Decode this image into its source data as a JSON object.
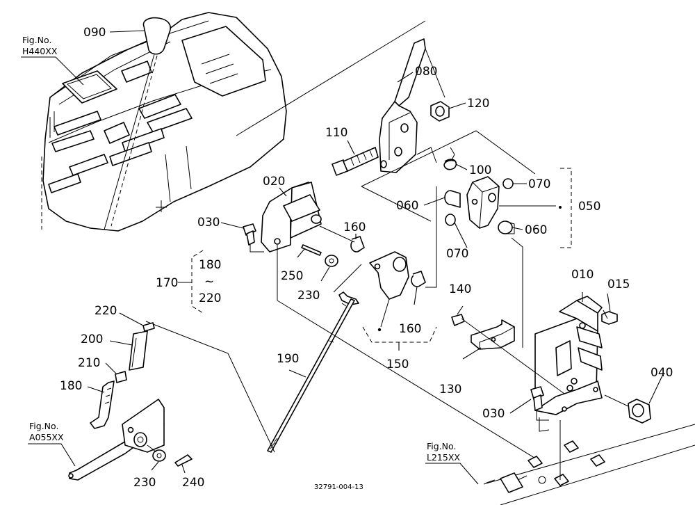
{
  "diagram": {
    "drawing_code": "32791-004-13",
    "fig_refs": [
      {
        "line1": "Fig.No.",
        "line2": "H440XX"
      },
      {
        "line1": "Fig.No.",
        "line2": "A055XX"
      },
      {
        "line1": "Fig.No.",
        "line2": "L215XX"
      }
    ],
    "callouts": {
      "p010": "010",
      "p015": "015",
      "p020": "020",
      "p030a": "030",
      "p030b": "030",
      "p040": "040",
      "p050": "050",
      "p060a": "060",
      "p060b": "060",
      "p070a": "070",
      "p070b": "070",
      "p080": "080",
      "p090": "090",
      "p100": "100",
      "p110": "110",
      "p120": "120",
      "p130": "130",
      "p140": "140",
      "p150": "150",
      "p160a": "160",
      "p160b": "160",
      "p170": "170",
      "p180a": "180",
      "p180b": "180",
      "p190": "190",
      "p200": "200",
      "p210": "210",
      "p220a": "220",
      "p220b": "220",
      "p230a": "230",
      "p230b": "230",
      "p240": "240",
      "p250": "250",
      "range_tilde": "~"
    }
  }
}
